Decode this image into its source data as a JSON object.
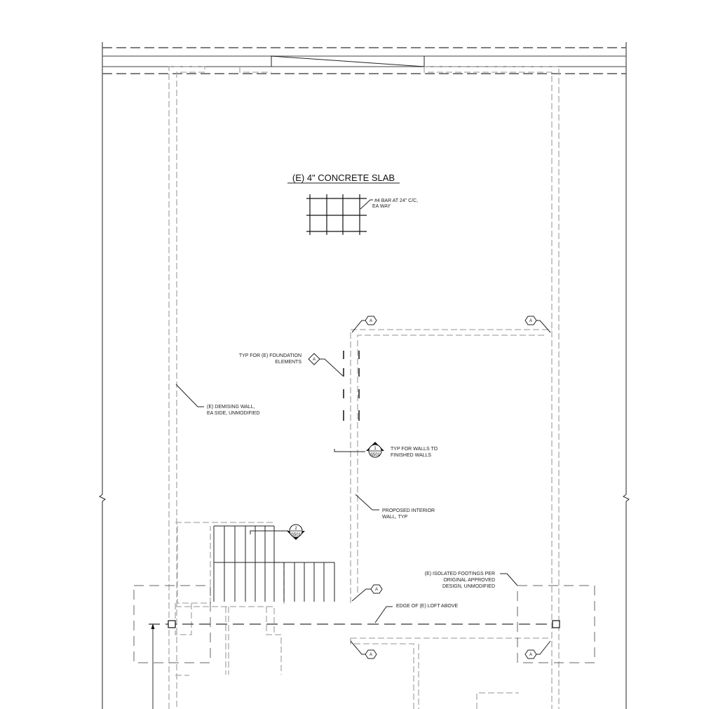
{
  "slab": {
    "title": "(E) 4\" CONCRETE SLAB",
    "rebar_line1": "#4 BAR AT 24\" C/C,",
    "rebar_line2": "EA WAY"
  },
  "notes": {
    "foundation_line1": "TYP FOR (E) FOUNDATION",
    "foundation_line2": "ELEMENTS",
    "demising_line1": "(E) DEMISING WALL,",
    "demising_line2": "EA SIDE, UNMODIFIED",
    "walls_line1": "TYP FOR WALLS TO",
    "walls_line2": "FINISHED WALLS",
    "interior_line1": "PROPOSED INTERIOR",
    "interior_line2": "WALL, TYP",
    "footings_line1": "(E) ISOLATED FOOTINGS PER",
    "footings_line2": "ORIGINAL APPROVED",
    "footings_line3": "DESIGN, UNMODIFIED",
    "loft": "EDGE OF (E) LOFT ABOVE"
  },
  "tags": {
    "wall_type": "A"
  },
  "sections": [
    {
      "number": "1",
      "sheet": "S501"
    },
    {
      "number": "2",
      "sheet": "S501"
    }
  ]
}
